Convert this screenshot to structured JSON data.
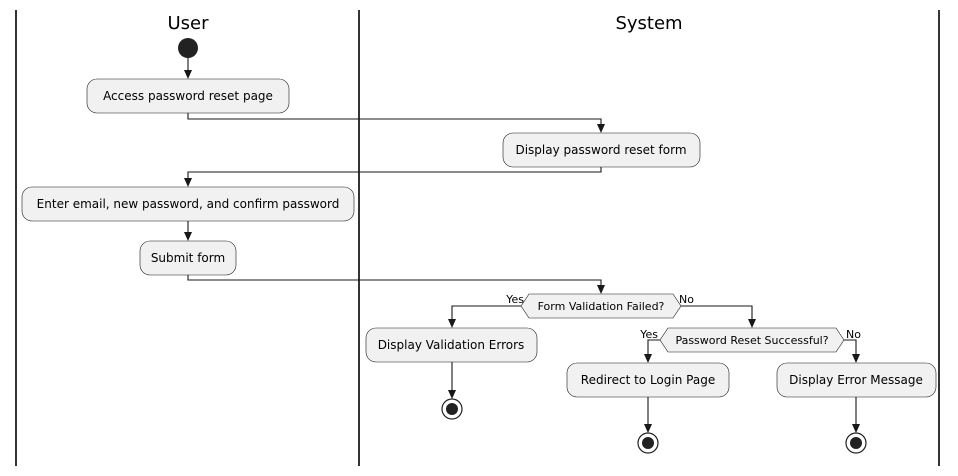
{
  "swimlanes": [
    {
      "title": "User"
    },
    {
      "title": "System"
    }
  ],
  "nodes": {
    "access": "Access password reset page",
    "display_form": "Display password reset form",
    "enter": "Enter email, new password, and confirm password",
    "submit": "Submit form",
    "validation_errors": "Display Validation Errors",
    "redirect": "Redirect to Login Page",
    "error_message": "Display Error Message"
  },
  "decisions": {
    "validation_failed": {
      "question": "Form Validation Failed?",
      "yes": "Yes",
      "no": "No"
    },
    "reset_successful": {
      "question": "Password Reset Successful?",
      "yes": "Yes",
      "no": "No"
    }
  }
}
